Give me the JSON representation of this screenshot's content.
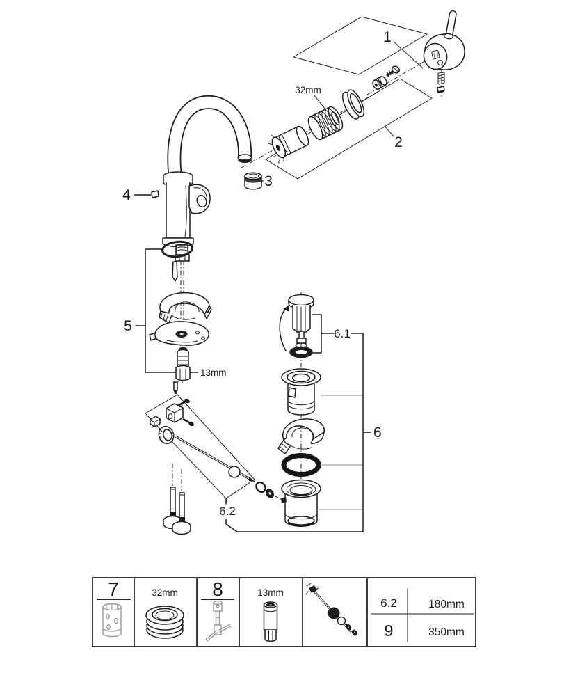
{
  "callouts": {
    "c1": "1",
    "c2": "2",
    "c3": "3",
    "c4": "4",
    "c5": "5",
    "c6": "6",
    "c6_1": "6.1",
    "c6_2": "6.2"
  },
  "dimensions": {
    "cartridge_ring": "32mm",
    "mounting_nut": "13mm"
  },
  "table": {
    "tool7_label": "7",
    "ring_dim": "32mm",
    "tool8_label": "8",
    "socket_dim": "13mm",
    "rows": [
      {
        "ref": "6.2",
        "length": "180mm"
      },
      {
        "ref": "9",
        "length": "350mm"
      }
    ]
  },
  "colors": {
    "line": "#1d1d1d",
    "muted": "#8f8f8f",
    "tool": "#9a9a9a",
    "background": "#ffffff"
  }
}
